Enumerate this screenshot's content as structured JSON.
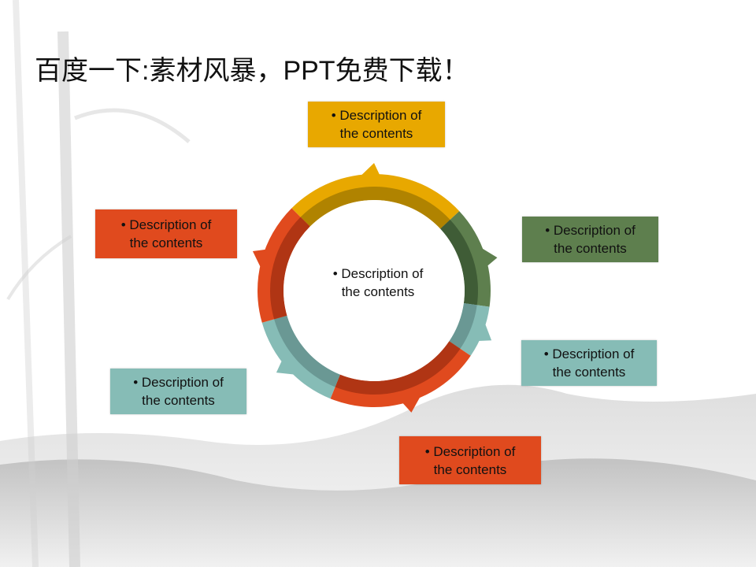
{
  "title": "百度一下:素材风暴，PPT免费下载！",
  "center": {
    "line1": "• Description of",
    "line2": "the contents"
  },
  "boxes": [
    {
      "line1": "• Description of",
      "line2": "the contents",
      "color": "#E8A800"
    },
    {
      "line1": "• Description of",
      "line2": "the contents",
      "color": "#5E7F4E"
    },
    {
      "line1": "• Description of",
      "line2": "the contents",
      "color": "#86BCB6"
    },
    {
      "line1": "• Description of",
      "line2": "the contents",
      "color": "#E04A1E"
    },
    {
      "line1": "• Description of",
      "line2": "the contents",
      "color": "#86BCB6"
    },
    {
      "line1": "• Description of",
      "line2": "the contents",
      "color": "#E04A1E"
    }
  ],
  "ring": [
    {
      "start": -45,
      "end": 47,
      "color": "#E8A800",
      "dark": "#B08300",
      "tip": -2
    },
    {
      "start": 47,
      "end": 98,
      "color": "#5E7F4E",
      "dark": "#3F5C36",
      "tip": 73
    },
    {
      "start": 98,
      "end": 124,
      "color": "#86BCB6",
      "dark": "#6A9894",
      "tip": 111
    },
    {
      "start": 124,
      "end": 202,
      "color": "#E04A1E",
      "dark": "#B03514",
      "tip": 161
    },
    {
      "start": 202,
      "end": 254,
      "color": "#86BCB6",
      "dark": "#6A9894",
      "tip": 228
    },
    {
      "start": 254,
      "end": 315,
      "color": "#E04A1E",
      "dark": "#B03514",
      "tip": 286
    }
  ]
}
